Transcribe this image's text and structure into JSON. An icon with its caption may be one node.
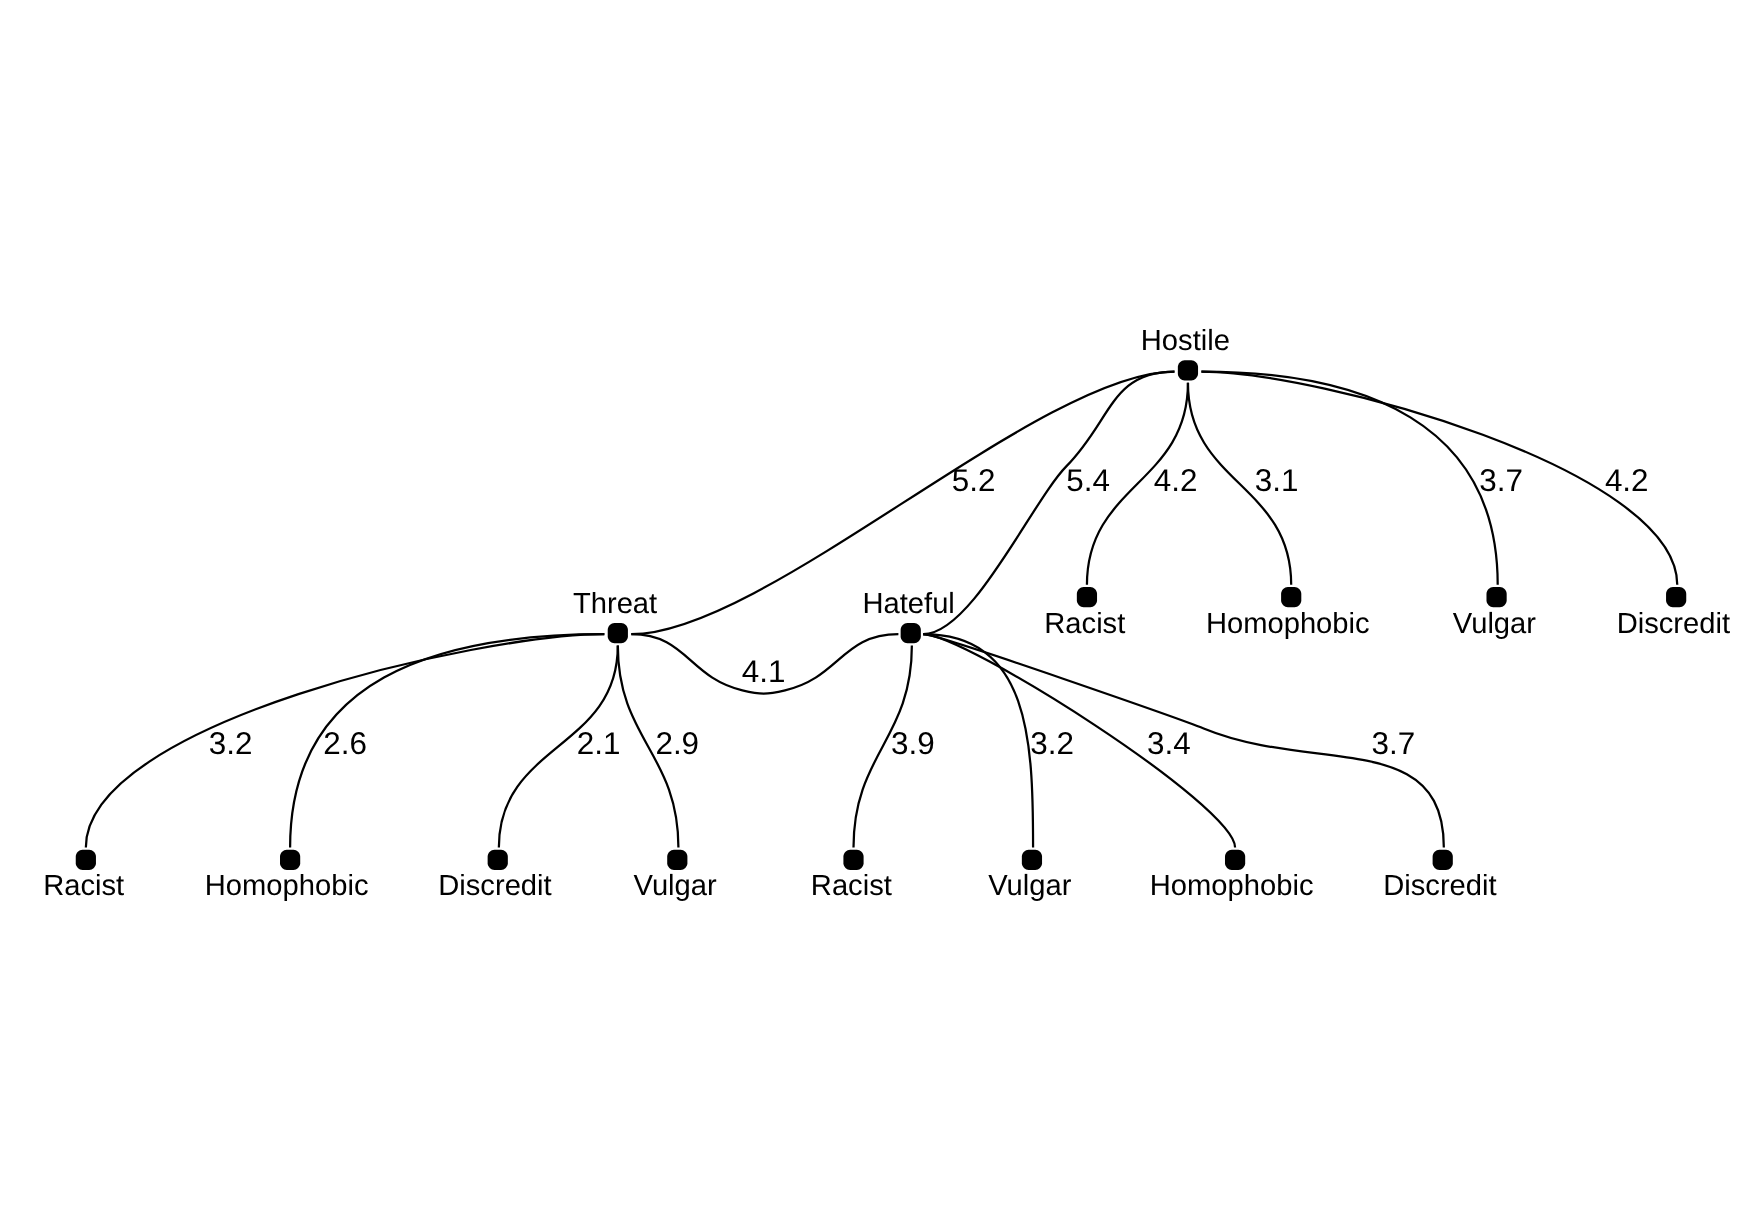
{
  "diagram": {
    "nodes": [
      {
        "text": [
          "Hostile"
        ]
      },
      {
        "text": [
          "Threat"
        ]
      },
      {
        "text": [
          "Hateful"
        ]
      },
      {
        "text": [
          "Racist"
        ]
      },
      {
        "text": [
          "Homophobic"
        ]
      },
      {
        "text": [
          "Vulgar"
        ]
      },
      {
        "text": [
          "Discredit"
        ]
      },
      {
        "text": [
          "Racist"
        ]
      },
      {
        "text": [
          "Homophobic"
        ]
      },
      {
        "text": [
          "Discredit"
        ]
      },
      {
        "text": [
          "Vulgar"
        ]
      },
      {
        "text": [
          "Racist"
        ]
      },
      {
        "text": [
          "Vulgar"
        ]
      },
      {
        "text": [
          "Homophobic"
        ]
      },
      {
        "text": [
          "Discredit"
        ]
      }
    ],
    "edges": [
      {
        "from": 0,
        "to": 1,
        "arrow": "none",
        "label": "5.2"
      },
      {
        "from": 0,
        "to": 2,
        "arrow": "none",
        "label": "5.4"
      },
      {
        "from": 1,
        "to": 2,
        "arrow": "none",
        "label": "4.1"
      },
      {
        "from": 0,
        "to": 3,
        "arrow": "none",
        "label": "4.2"
      },
      {
        "from": 0,
        "to": 4,
        "arrow": "none",
        "label": "3.1"
      },
      {
        "from": 0,
        "to": 5,
        "arrow": "none",
        "label": "3.7"
      },
      {
        "from": 0,
        "to": 6,
        "arrow": "none",
        "label": "4.2"
      },
      {
        "from": 1,
        "to": 7,
        "arrow": "none",
        "label": "3.2"
      },
      {
        "from": 1,
        "to": 8,
        "arrow": "none",
        "label": "2.6"
      },
      {
        "from": 1,
        "to": 9,
        "arrow": "none",
        "label": "2.1"
      },
      {
        "from": 1,
        "to": 10,
        "arrow": "none",
        "label": "2.9"
      },
      {
        "from": 2,
        "to": 11,
        "arrow": "none",
        "label": "3.9"
      },
      {
        "from": 2,
        "to": 12,
        "arrow": "none",
        "label": "3.2"
      },
      {
        "from": 2,
        "to": 13,
        "arrow": "none",
        "label": "3.4"
      },
      {
        "from": 2,
        "to": 14,
        "arrow": "none",
        "label": "3.7"
      }
    ]
  }
}
